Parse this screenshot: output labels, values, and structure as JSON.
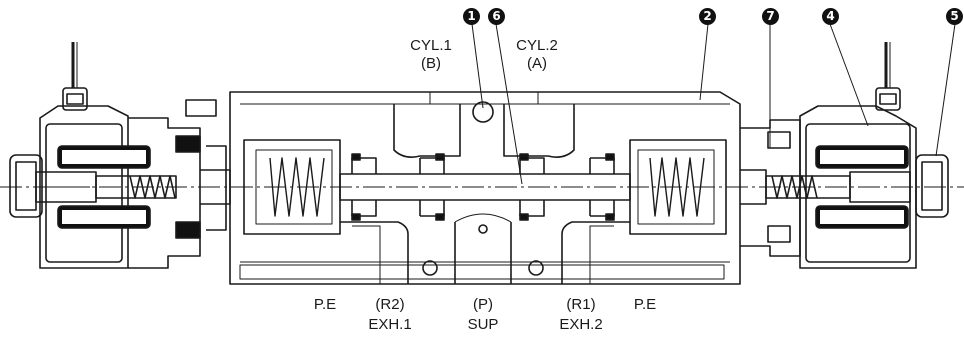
{
  "figure": {
    "colors": {
      "line": "#1a1a1a",
      "fill_light": "#ffffff",
      "fill_dark": "#111111"
    },
    "labels": {
      "cyl1": "CYL.1",
      "cyl1_port": "(B)",
      "cyl2": "CYL.2",
      "cyl2_port": "(A)",
      "pe_left": "P.E",
      "pe_right": "P.E",
      "r2": "(R2)",
      "exh1": "EXH.1",
      "p": "(P)",
      "sup": "SUP",
      "r1": "(R1)",
      "exh2": "EXH.2"
    },
    "callouts": [
      {
        "id": "c1",
        "number": "1"
      },
      {
        "id": "c6",
        "number": "6"
      },
      {
        "id": "c2",
        "number": "2"
      },
      {
        "id": "c7",
        "number": "7"
      },
      {
        "id": "c4",
        "number": "4"
      },
      {
        "id": "c5",
        "number": "5"
      }
    ]
  }
}
